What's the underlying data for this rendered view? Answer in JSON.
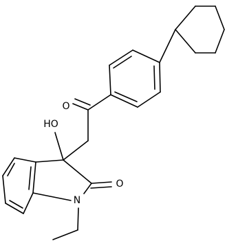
{
  "molecule": {
    "labels": {
      "ketone_oxygen": "O",
      "hydroxyl": "HO",
      "lactam_oxygen": "O",
      "nitrogen": "N"
    }
  },
  "colors": {
    "background": "#ffffff",
    "bond": "#000000",
    "text": "#000000"
  }
}
